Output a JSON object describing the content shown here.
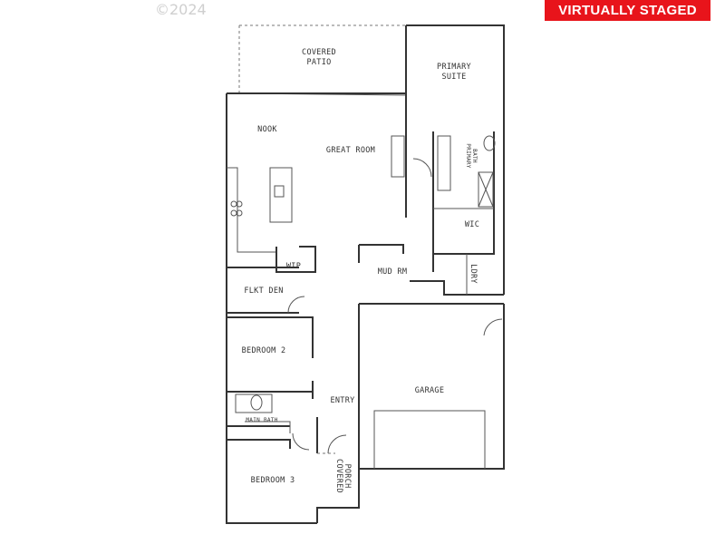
{
  "copyright": "©2024",
  "badge": "VIRTUALLY STAGED",
  "rooms": {
    "covered_patio_1": "COVERED",
    "covered_patio_2": "PATIO",
    "primary_suite_1": "PRIMARY",
    "primary_suite_2": "SUITE",
    "primary_bath_1": "PRIMARY",
    "primary_bath_2": "BATH",
    "nook": "NOOK",
    "great_room": "GREAT ROOM",
    "wic": "WIC",
    "wip": "WIP",
    "mud_rm": "MUD RM",
    "ldry": "LDRY",
    "flkt_den": "FLKT DEN",
    "bedroom_2": "BEDROOM 2",
    "entry": "ENTRY",
    "garage": "GARAGE",
    "main_bath": "MAIN BATH",
    "bedroom_3": "BEDROOM 3",
    "covered_porch_1": "COVERED",
    "covered_porch_2": "PORCH"
  }
}
